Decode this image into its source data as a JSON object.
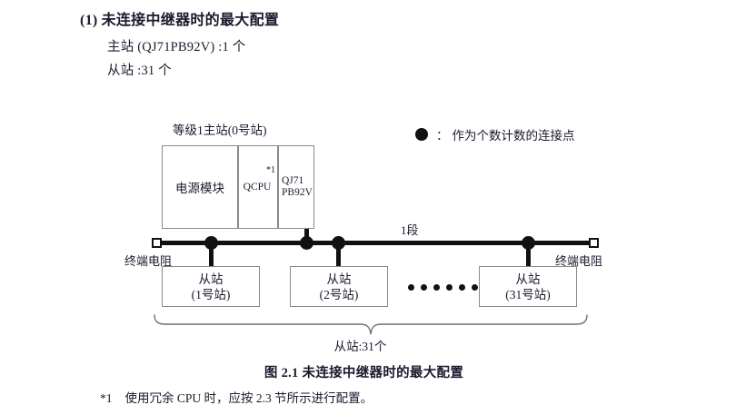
{
  "heading": {
    "number": "(1)",
    "title": "未连接中继器时的最大配置",
    "line1": "主站 (QJ71PB92V) :1 个",
    "line2": "从站 :31 个"
  },
  "legend": {
    "symbol": "filled-circle",
    "colon": "：",
    "text": "作为个数计数的连接点"
  },
  "diagram": {
    "master_label": "等级1主站(0号站)",
    "rack": {
      "psu": "电源模块",
      "cpu": "QCPU",
      "cpu_footnote_mark": "*1",
      "network_line1": "QJ71",
      "network_line2": "PB92V"
    },
    "segment_label": "1段",
    "terminator_left": "终端电阻",
    "terminator_right": "终端电阻",
    "slaves": [
      {
        "line1": "从站",
        "line2": "(1号站)"
      },
      {
        "line1": "从站",
        "line2": "(2号站)"
      },
      {
        "line1": "从站",
        "line2": "(31号站)"
      }
    ],
    "ellipsis_count": 6,
    "brace_label": "从站:31个"
  },
  "caption": "图 2.1  未连接中继器时的最大配置",
  "footnote": {
    "mark": "*1",
    "text": "使用冗余 CPU 时，应按 2.3 节所示进行配置。"
  },
  "colors": {
    "ink": "#1a1a2e",
    "line": "#111111",
    "box_border": "#8a8a8a",
    "background": "#ffffff"
  }
}
